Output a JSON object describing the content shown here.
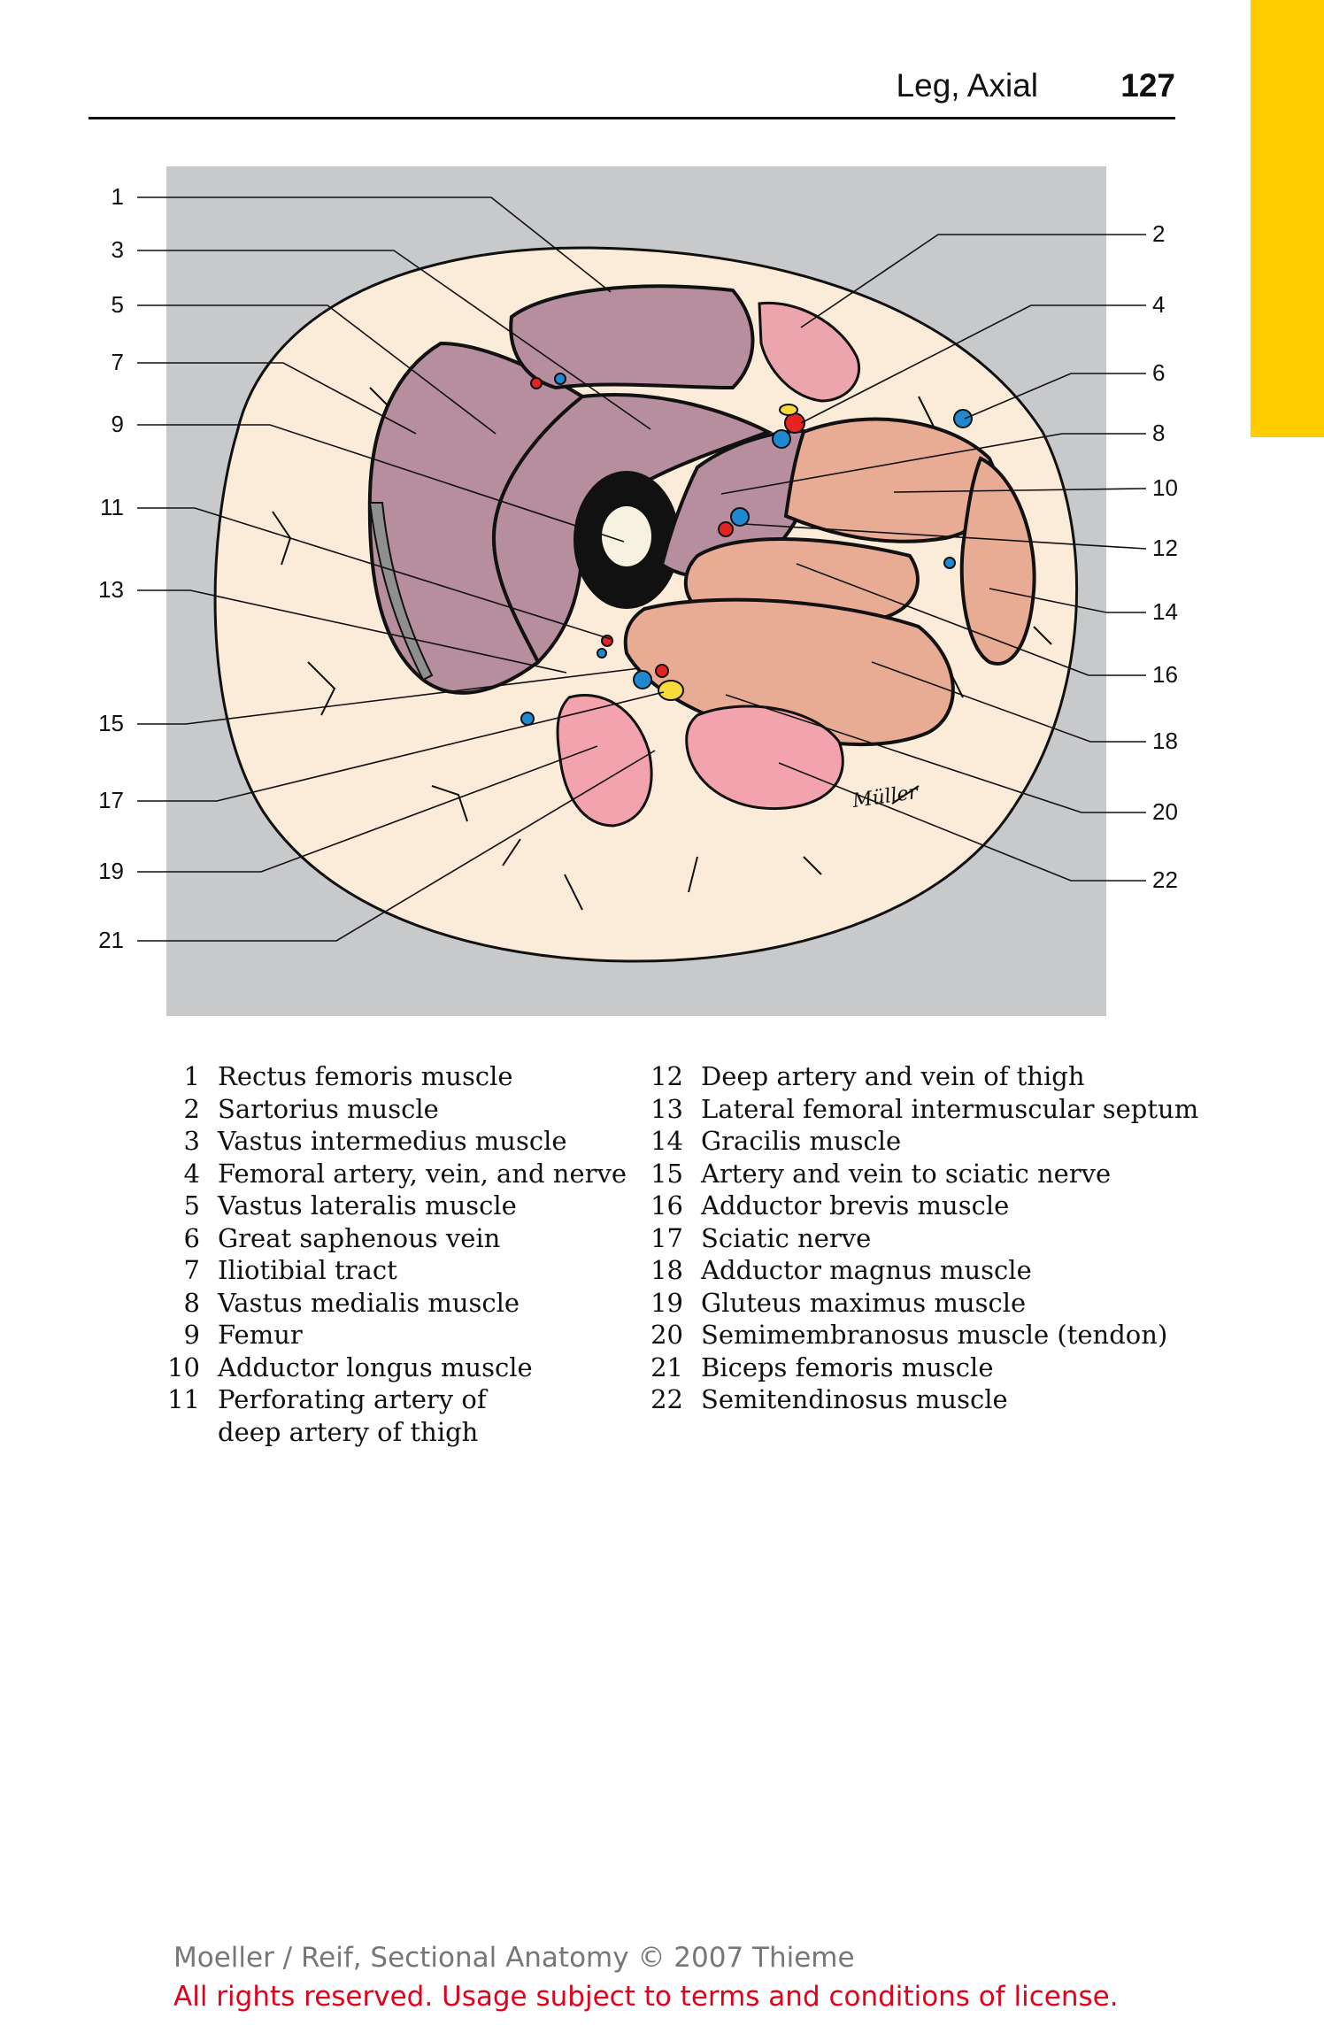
{
  "header": {
    "section": "Leg, Axial",
    "page_number": "127"
  },
  "colors": {
    "thumb_tab": "#FFCC00",
    "rights_text": "#E3001B",
    "figure_bg": "#C8C9CB",
    "skin": "#FBEBD9"
  },
  "figure": {
    "left_numbers": [
      "1",
      "3",
      "5",
      "7",
      "9",
      "11",
      "13",
      "15",
      "17",
      "19",
      "21"
    ],
    "right_numbers": [
      "2",
      "4",
      "6",
      "8",
      "10",
      "12",
      "14",
      "16",
      "18",
      "20",
      "22"
    ],
    "signature": "Müller"
  },
  "legend": {
    "left": [
      {
        "n": "1",
        "t": "Rectus femoris muscle"
      },
      {
        "n": "2",
        "t": "Sartorius muscle"
      },
      {
        "n": "3",
        "t": "Vastus intermedius muscle"
      },
      {
        "n": "4",
        "t": "Femoral artery, vein, and nerve"
      },
      {
        "n": "5",
        "t": "Vastus lateralis muscle"
      },
      {
        "n": "6",
        "t": "Great saphenous vein"
      },
      {
        "n": "7",
        "t": "Iliotibial tract"
      },
      {
        "n": "8",
        "t": "Vastus medialis muscle"
      },
      {
        "n": "9",
        "t": "Femur"
      },
      {
        "n": "10",
        "t": "Adductor longus muscle"
      },
      {
        "n": "11",
        "t": "Perforating artery of deep artery of thigh"
      }
    ],
    "right": [
      {
        "n": "12",
        "t": "Deep artery and vein of thigh"
      },
      {
        "n": "13",
        "t": "Lateral femoral intermuscular septum"
      },
      {
        "n": "14",
        "t": "Gracilis muscle"
      },
      {
        "n": "15",
        "t": "Artery and vein to sciatic nerve"
      },
      {
        "n": "16",
        "t": "Adductor brevis muscle"
      },
      {
        "n": "17",
        "t": "Sciatic nerve"
      },
      {
        "n": "18",
        "t": "Adductor magnus muscle"
      },
      {
        "n": "19",
        "t": "Gluteus maximus muscle"
      },
      {
        "n": "20",
        "t": "Semimembranosus muscle (tendon)"
      },
      {
        "n": "21",
        "t": "Biceps femoris muscle"
      },
      {
        "n": "22",
        "t": "Semitendinosus muscle"
      }
    ]
  },
  "footer": {
    "copyright": "Moeller / Reif, Sectional Anatomy © 2007 Thieme",
    "rights": "All rights reserved. Usage subject to terms and conditions of license."
  }
}
